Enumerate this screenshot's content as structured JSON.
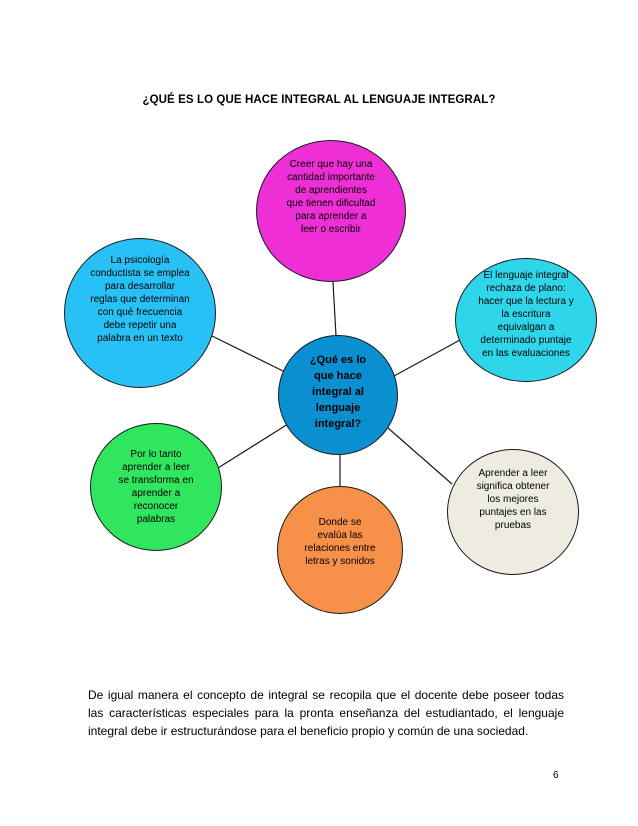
{
  "title": "¿QUÉ ES LO QUE HACE INTEGRAL AL LENGUAJE INTEGRAL?",
  "nodes": {
    "center": "¿Qué es lo\nque hace\nintegral al\nlenguaje\nintegral?",
    "top": "Creer que hay una\ncantidad importante\nde aprendientes\nque tienen dificultad\npara aprender a\nleer o escribir",
    "left": "La psicología\nconductista se emplea\npara desarrollar\nreglas que determinan\ncon qué frecuencia\ndebe repetir una\npalabra en un texto",
    "right": "El lenguaje integral\nrechaza de plano:\nhacer que la lectura y\nla escritura\nequivalgan a\ndeterminado puntaje\nen las evaluaciones",
    "bottom_left": "Por lo tanto\naprender a leer\nse transforma en\naprender a\nreconocer\npalabras",
    "bottom_right": "Aprender a leer\nsignifica obtener\nlos mejores\npuntajes en las\npruebas",
    "bottom": "Donde se\nevalúa las\nrelaciones entre\nletras y sonidos"
  },
  "colors": {
    "center": "#0a8fd0",
    "top": "#ee2fd6",
    "left": "#28c1f6",
    "right": "#2fd6ea",
    "bottom_left": "#2fe65e",
    "bottom_right": "#eeece1",
    "bottom": "#f7914a"
  },
  "paragraph": "De igual manera el concepto de integral se recopila que el docente debe poseer todas las características  especiales para la pronta enseñanza del estudiantado, el lenguaje integral debe ir estructurándose para el beneficio propio y común de una sociedad.",
  "page_number": "6"
}
